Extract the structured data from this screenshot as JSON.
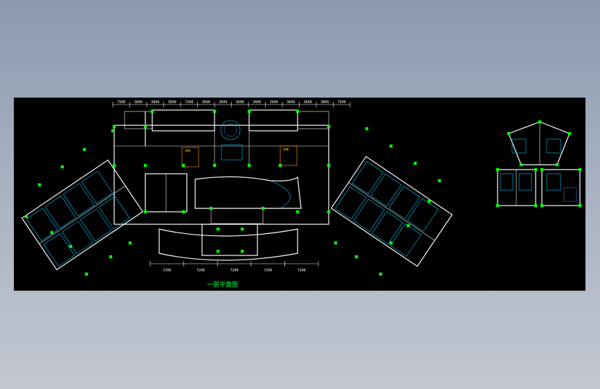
{
  "drawing": {
    "title": "一层平面图",
    "top_dimensions": [
      "7500",
      "3800",
      "3800",
      "3600",
      "7200",
      "3600",
      "3600",
      "3600",
      "3600",
      "3600",
      "3600",
      "3600",
      "3800",
      "7500"
    ],
    "bottom_dimensions": [
      "7200",
      "7200",
      "7200",
      "7200",
      "7200"
    ]
  },
  "colors": {
    "background": "#8c9ab0",
    "canvas": "#000000",
    "walls": "#ffffff",
    "columns": "#00ff00",
    "furniture": "#00c8ff",
    "stair_highlight": "#ff8c00",
    "title": "#00ff40"
  }
}
